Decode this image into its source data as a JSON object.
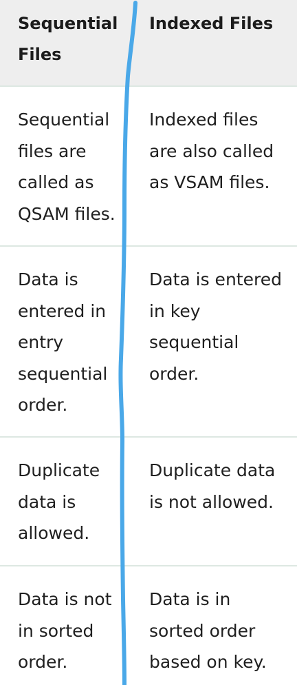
{
  "table": {
    "headers": [
      "Sequential\nFiles",
      "Indexed Files"
    ],
    "rows": [
      [
        "Sequential\nfiles are\ncalled as\nQSAM files.",
        "Indexed files\nare also called\nas VSAM files."
      ],
      [
        "Data is\nentered in\nentry\nsequential\norder.",
        "Data is entered\nin key\nsequential\norder."
      ],
      [
        "Duplicate\ndata is\nallowed.",
        "Duplicate data\nis not allowed."
      ],
      [
        "Data is not\nin sorted\norder.",
        "Data is in\nsorted order\nbased on key."
      ]
    ]
  },
  "colors": {
    "header_bg": "#eeeeee",
    "row_border": "#dde8e2",
    "annotation_line": "#4aa8e8",
    "text": "#1f1f1f"
  }
}
